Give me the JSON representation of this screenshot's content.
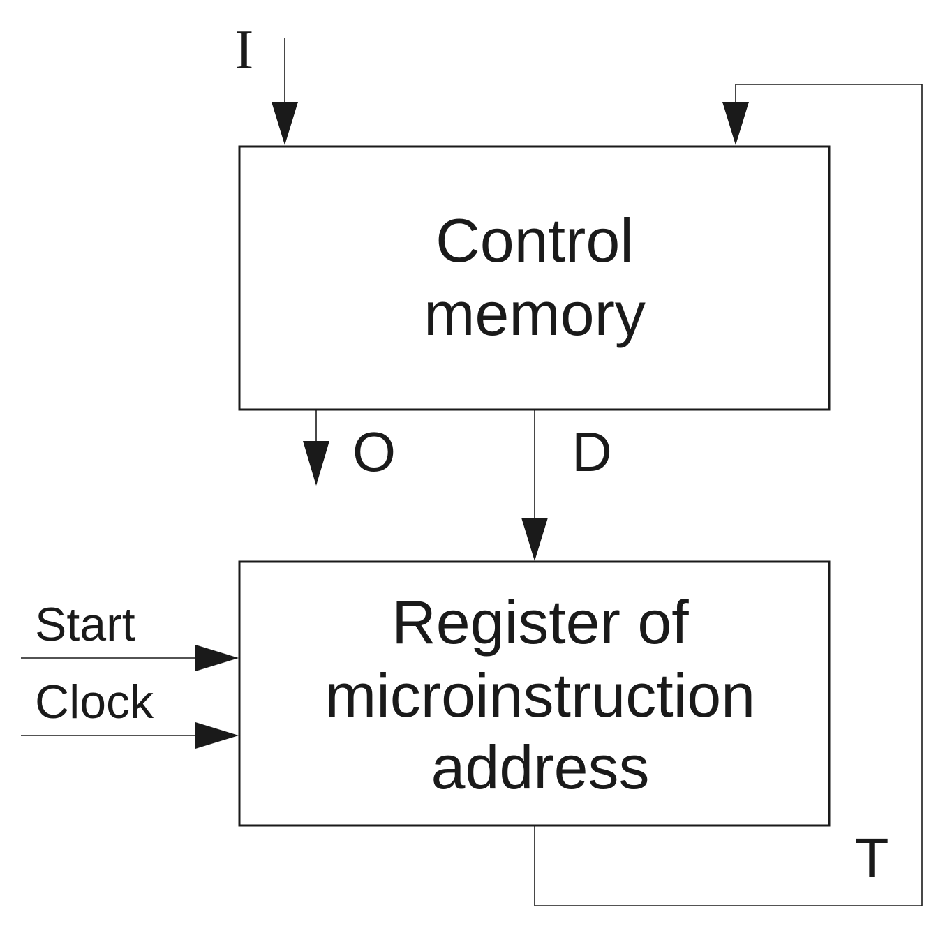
{
  "diagram": {
    "control_memory": {
      "line1": "Control",
      "line2": "memory"
    },
    "register": {
      "line1": "Register of",
      "line2": "microinstruction",
      "line3": "address"
    },
    "signals": {
      "input_i": "I",
      "output_o": "O",
      "data_d": "D",
      "feedback_t": "T",
      "start": "Start",
      "clock": "Clock"
    }
  }
}
